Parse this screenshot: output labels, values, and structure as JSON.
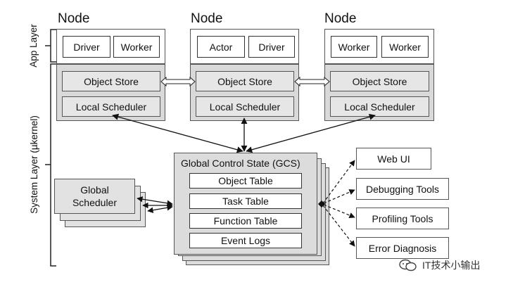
{
  "layers": {
    "app_label": "App Layer",
    "system_label": "System Layer (µkernel)"
  },
  "nodes": [
    {
      "title": "Node",
      "apps": [
        "Driver",
        "Worker"
      ],
      "object_store": "Object Store",
      "local_scheduler": "Local Scheduler"
    },
    {
      "title": "Node",
      "apps": [
        "Actor",
        "Driver"
      ],
      "object_store": "Object Store",
      "local_scheduler": "Local Scheduler"
    },
    {
      "title": "Node",
      "apps": [
        "Worker",
        "Worker"
      ],
      "object_store": "Object Store",
      "local_scheduler": "Local Scheduler"
    }
  ],
  "gcs": {
    "title": "Global Control State (GCS)",
    "tables": [
      "Object Table",
      "Task Table",
      "Function Table",
      "Event Logs"
    ]
  },
  "global_scheduler": {
    "line1": "Global",
    "line2": "Scheduler"
  },
  "tools": [
    "Web UI",
    "Debugging Tools",
    "Profiling Tools",
    "Error Diagnosis"
  ],
  "watermark": "IT技术小输出"
}
